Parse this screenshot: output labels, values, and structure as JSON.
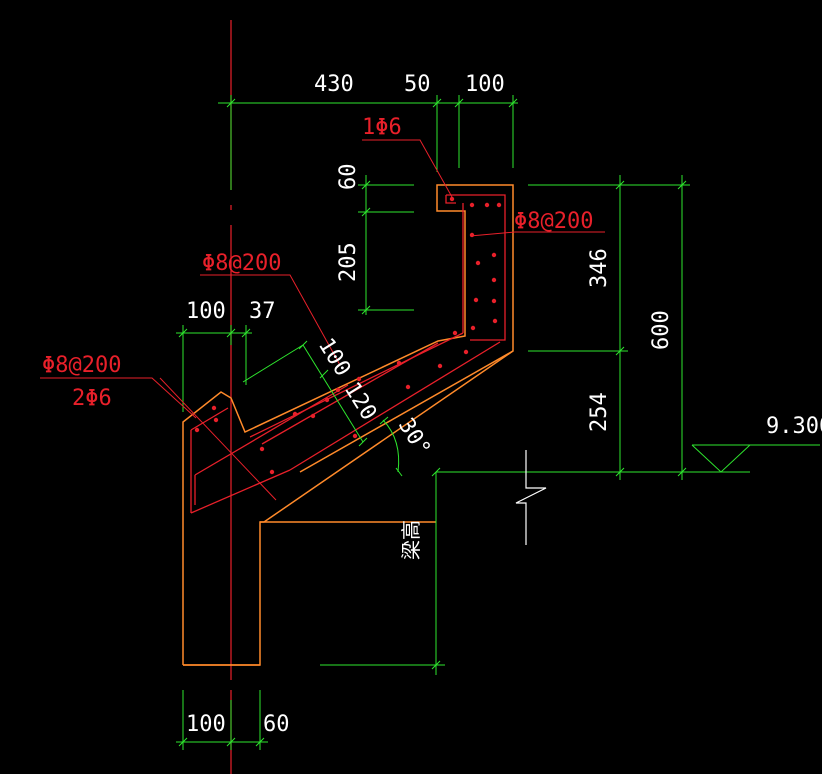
{
  "dimensions": {
    "top_430": "430",
    "top_50": "50",
    "top_100": "100",
    "v_60": "60",
    "v_205": "205",
    "v_346": "346",
    "v_600": "600",
    "v_254": "254",
    "d_100_slab": "100",
    "d_120_slab": "120",
    "left_100": "100",
    "left_37": "37",
    "bottom_100": "100",
    "bottom_60": "60",
    "angle": "30°",
    "elevation": "9.300",
    "beam_height": "梁高"
  },
  "rebar_labels": {
    "top_bar": "1Φ6",
    "vertical_stirrup": "Φ8@200",
    "slab_stirrup": "Φ8@200",
    "corner_stirrup": "Φ8@200",
    "corner_bars": "2Φ6"
  },
  "colors": {
    "background": "#000000",
    "dimension": "#2ee62e",
    "concrete_outline": "#ff8a2a",
    "rebar": "#e8202a",
    "centerline": "#e8202a",
    "text": "#ffffff"
  }
}
